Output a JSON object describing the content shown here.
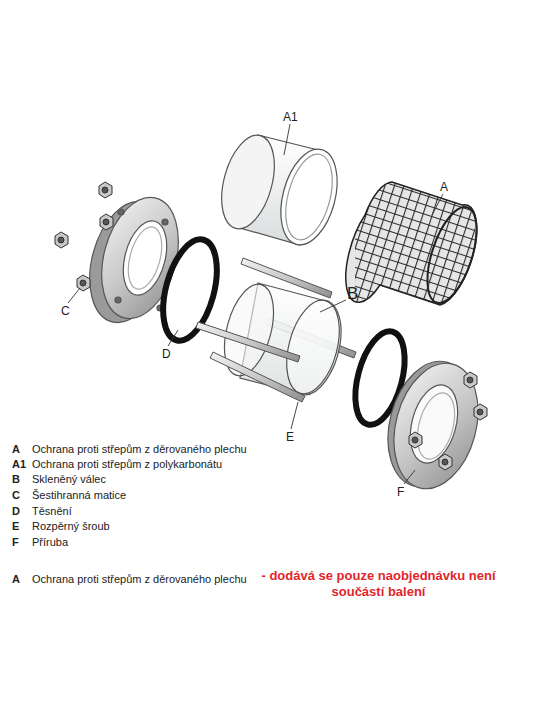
{
  "diagram": {
    "labels": [
      "A1",
      "A",
      "B",
      "C",
      "D",
      "E",
      "F",
      "A",
      "Ochrana proti střepům z děrovaného plechu",
      "A1",
      "Ochrana proti střepům z polykarbonátu",
      "B",
      "Skleněný válec",
      "C",
      "Šestihranná matice",
      "D",
      "Těsnění",
      "E",
      "Rozpěrný šroub",
      "F",
      "Příruba",
      "A",
      "Ochrana proti střepům z děrovaného plechu",
      "- dodává se pouze naobjednávku není součástí balení"
    ]
  }
}
